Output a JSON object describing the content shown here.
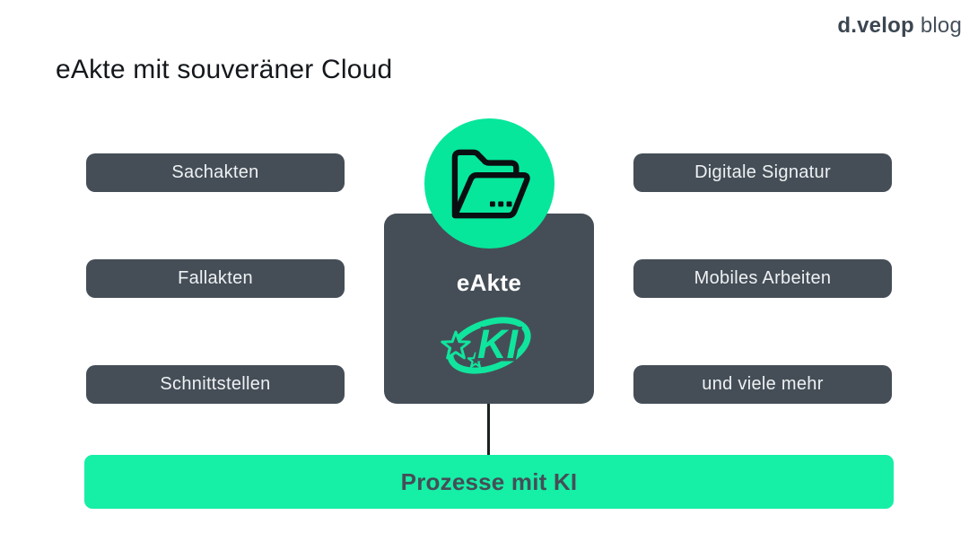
{
  "header": {
    "brand_bold": "d.velop",
    "brand_light": "blog"
  },
  "title": "eAkte mit souveräner Cloud",
  "colors": {
    "dark_slate": "#454e57",
    "circle_green": "#06e79b",
    "bar_green": "#16efa6",
    "logo_green": "#10e59d",
    "brand_text": "#3b4651",
    "pill_text": "#eef1f3",
    "connector": "#1a221e"
  },
  "diagram": {
    "left_items": [
      "Sachakten",
      "Fallakten",
      "Schnittstellen"
    ],
    "right_items": [
      "Digitale Signatur",
      "Mobiles Arbeiten",
      "und viele mehr"
    ],
    "center": {
      "label": "eAkte",
      "badge": "KI"
    },
    "icons": {
      "folder": "open-folder-icon",
      "ki": "ki-stars-orbit-logo"
    },
    "bottom_bar_label": "Prozesse mit KI"
  }
}
